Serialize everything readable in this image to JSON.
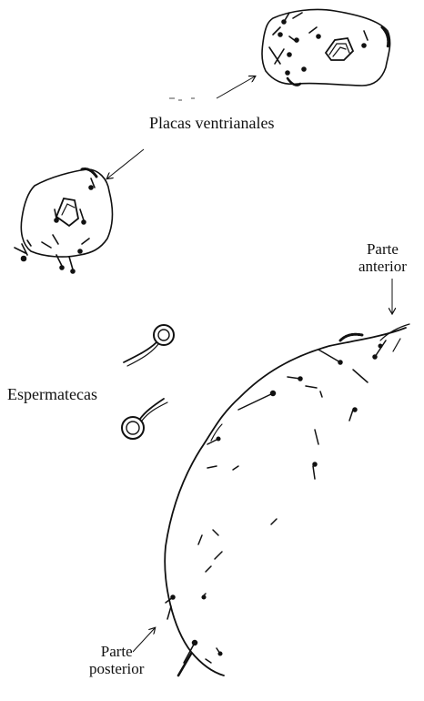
{
  "labels": {
    "placas_ventrianales": "Placas ventrianales",
    "espermatecas": "Espermatecas",
    "parte_anterior": {
      "line1": "Parte",
      "line2": "anterior"
    },
    "parte_posterior": {
      "line1": "Parte",
      "line2": "posterior"
    }
  },
  "colors": {
    "ink": "#111111",
    "background": "#ffffff"
  }
}
